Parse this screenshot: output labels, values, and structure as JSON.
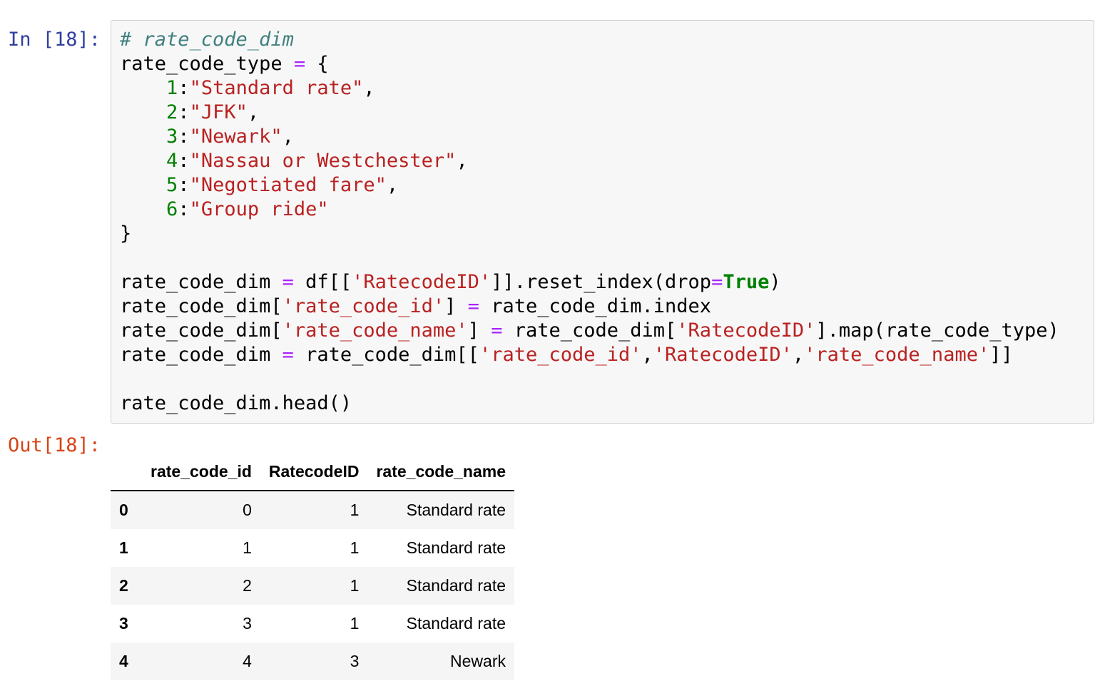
{
  "colors": {
    "in_prompt": "#303F9F",
    "out_prompt": "#D84315",
    "cell_background": "#f7f7f7",
    "cell_border": "#cfcfcf",
    "table_stripe": "#f5f5f5",
    "token_comment": "#408080",
    "token_number": "#008000",
    "token_string": "#BA2121",
    "token_operator": "#AA22FF",
    "token_keyword": "#008000"
  },
  "input_cell": {
    "prompt": "In [18]:",
    "code_lines": [
      [
        {
          "t": "com",
          "s": "# rate_code_dim"
        }
      ],
      [
        {
          "t": "p",
          "s": "rate_code_type "
        },
        {
          "t": "op",
          "s": "="
        },
        {
          "t": "p",
          "s": " {"
        }
      ],
      [
        {
          "t": "p",
          "s": "    "
        },
        {
          "t": "num",
          "s": "1"
        },
        {
          "t": "p",
          "s": ":"
        },
        {
          "t": "str",
          "s": "\"Standard rate\""
        },
        {
          "t": "p",
          "s": ","
        }
      ],
      [
        {
          "t": "p",
          "s": "    "
        },
        {
          "t": "num",
          "s": "2"
        },
        {
          "t": "p",
          "s": ":"
        },
        {
          "t": "str",
          "s": "\"JFK\""
        },
        {
          "t": "p",
          "s": ","
        }
      ],
      [
        {
          "t": "p",
          "s": "    "
        },
        {
          "t": "num",
          "s": "3"
        },
        {
          "t": "p",
          "s": ":"
        },
        {
          "t": "str",
          "s": "\"Newark\""
        },
        {
          "t": "p",
          "s": ","
        }
      ],
      [
        {
          "t": "p",
          "s": "    "
        },
        {
          "t": "num",
          "s": "4"
        },
        {
          "t": "p",
          "s": ":"
        },
        {
          "t": "str",
          "s": "\"Nassau or Westchester\""
        },
        {
          "t": "p",
          "s": ","
        }
      ],
      [
        {
          "t": "p",
          "s": "    "
        },
        {
          "t": "num",
          "s": "5"
        },
        {
          "t": "p",
          "s": ":"
        },
        {
          "t": "str",
          "s": "\"Negotiated fare\""
        },
        {
          "t": "p",
          "s": ","
        }
      ],
      [
        {
          "t": "p",
          "s": "    "
        },
        {
          "t": "num",
          "s": "6"
        },
        {
          "t": "p",
          "s": ":"
        },
        {
          "t": "str",
          "s": "\"Group ride\""
        }
      ],
      [
        {
          "t": "p",
          "s": "}"
        }
      ],
      [],
      [
        {
          "t": "p",
          "s": "rate_code_dim "
        },
        {
          "t": "op",
          "s": "="
        },
        {
          "t": "p",
          "s": " df[["
        },
        {
          "t": "str",
          "s": "'RatecodeID'"
        },
        {
          "t": "p",
          "s": "]].reset_index(drop"
        },
        {
          "t": "op",
          "s": "="
        },
        {
          "t": "kw",
          "s": "True"
        },
        {
          "t": "p",
          "s": ")"
        }
      ],
      [
        {
          "t": "p",
          "s": "rate_code_dim["
        },
        {
          "t": "str",
          "s": "'rate_code_id'"
        },
        {
          "t": "p",
          "s": "] "
        },
        {
          "t": "op",
          "s": "="
        },
        {
          "t": "p",
          "s": " rate_code_dim.index"
        }
      ],
      [
        {
          "t": "p",
          "s": "rate_code_dim["
        },
        {
          "t": "str",
          "s": "'rate_code_name'"
        },
        {
          "t": "p",
          "s": "] "
        },
        {
          "t": "op",
          "s": "="
        },
        {
          "t": "p",
          "s": " rate_code_dim["
        },
        {
          "t": "str",
          "s": "'RatecodeID'"
        },
        {
          "t": "p",
          "s": "].map(rate_code_type)"
        }
      ],
      [
        {
          "t": "p",
          "s": "rate_code_dim "
        },
        {
          "t": "op",
          "s": "="
        },
        {
          "t": "p",
          "s": " rate_code_dim[["
        },
        {
          "t": "str",
          "s": "'rate_code_id'"
        },
        {
          "t": "p",
          "s": ","
        },
        {
          "t": "str",
          "s": "'RatecodeID'"
        },
        {
          "t": "p",
          "s": ","
        },
        {
          "t": "str",
          "s": "'rate_code_name'"
        },
        {
          "t": "p",
          "s": "]]"
        }
      ],
      [],
      [
        {
          "t": "p",
          "s": "rate_code_dim.head()"
        }
      ]
    ]
  },
  "output_cell": {
    "prompt": "Out[18]:",
    "table": {
      "columns": [
        "rate_code_id",
        "RatecodeID",
        "rate_code_name"
      ],
      "rows": [
        {
          "index": "0",
          "cells": [
            "0",
            "1",
            "Standard rate"
          ]
        },
        {
          "index": "1",
          "cells": [
            "1",
            "1",
            "Standard rate"
          ]
        },
        {
          "index": "2",
          "cells": [
            "2",
            "1",
            "Standard rate"
          ]
        },
        {
          "index": "3",
          "cells": [
            "3",
            "1",
            "Standard rate"
          ]
        },
        {
          "index": "4",
          "cells": [
            "4",
            "3",
            "Newark"
          ]
        }
      ]
    }
  }
}
